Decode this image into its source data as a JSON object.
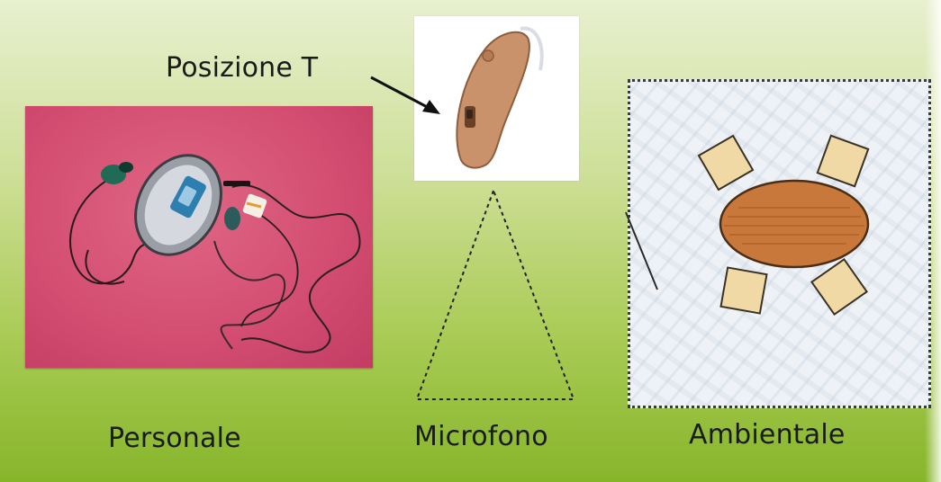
{
  "labels": {
    "telecoil": "Posizione T",
    "personal": "Personale",
    "microphone": "Microfono",
    "ambient": "Ambientale"
  },
  "colors": {
    "background_top": "#e8f0cf",
    "background_bottom": "#86b52a",
    "personal_backdrop": "#d44f72",
    "hearing_aid": "#c9926a",
    "table_wood": "#c8783a",
    "chair": "#f1d9a6",
    "room_floor": "#eef2f6"
  }
}
